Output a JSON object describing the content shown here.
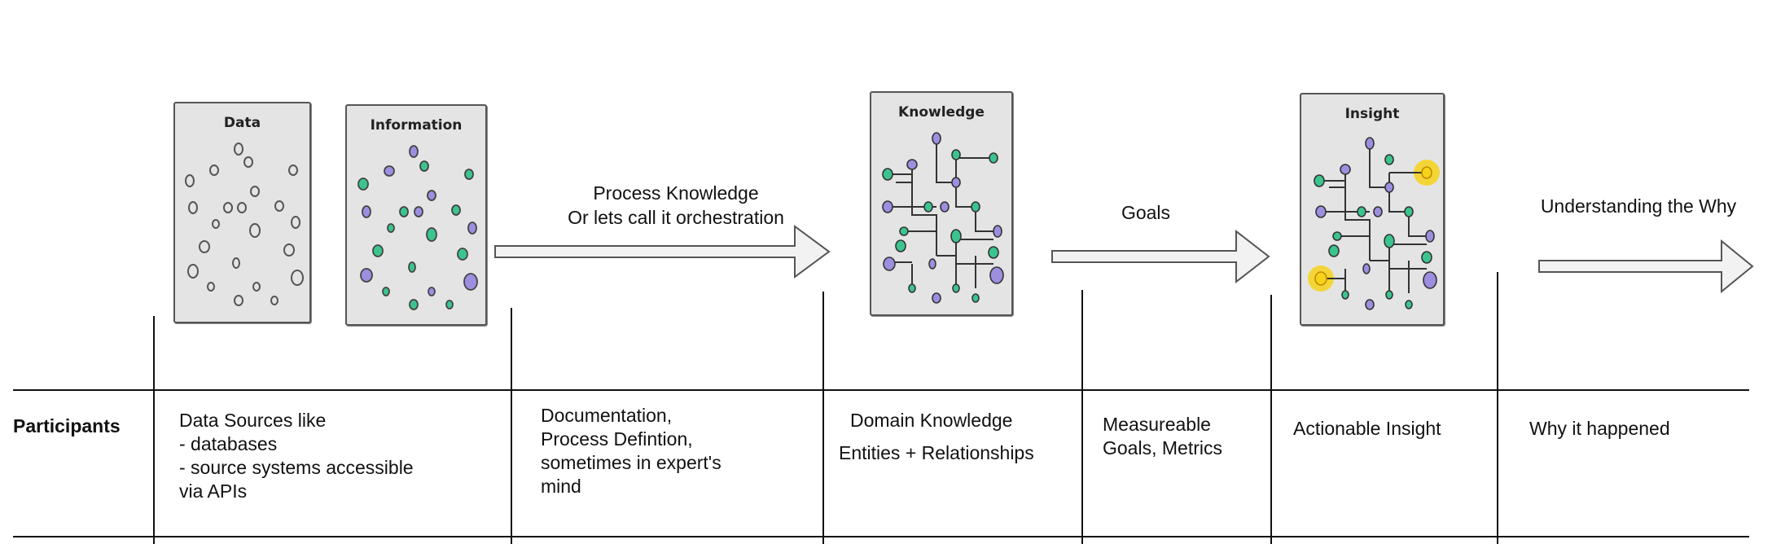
{
  "cards": {
    "data": "Data",
    "information": "Information",
    "knowledge": "Knowledge",
    "insight": "Insight"
  },
  "flows": {
    "process_line1": "Process Knowledge",
    "process_line2": "Or lets call it orchestration",
    "goals": "Goals",
    "why": "Understanding the Why"
  },
  "participants": {
    "title": "Participants",
    "data_sources": [
      "Data Sources like",
      "- databases",
      "- source systems accessible",
      "via APIs"
    ],
    "documentation": [
      "Documentation,",
      "Process Defintion,",
      "sometimes in expert's",
      "mind"
    ],
    "domain": [
      "Domain Knowledge",
      "Entities + Relationships"
    ],
    "goals": [
      "Measureable",
      "Goals, Metrics"
    ],
    "insight": "Actionable Insight",
    "why": "Why it happened"
  },
  "colors": {
    "green": "#3cc48f",
    "purple": "#9d8ee0",
    "highlight": "#f7d21a",
    "card_bg": "#e4e4e4"
  }
}
